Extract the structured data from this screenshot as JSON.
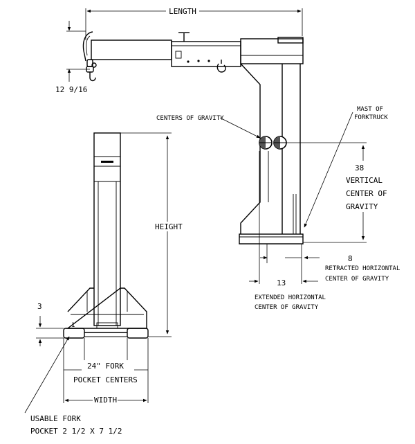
{
  "labels": {
    "length": "LENGTH",
    "height": "HEIGHT",
    "width": "WIDTH",
    "hook_offset": "12 9/16",
    "centers_of_gravity": "CENTERS OF GRAVITY",
    "mast_of_forktruck_line1": "MAST OF",
    "mast_of_forktruck_line2": "FORKTRUCK",
    "vertical_cog_value": "38",
    "vertical_cog_line1": "VERTICAL",
    "vertical_cog_line2": "CENTER OF",
    "vertical_cog_line3": "GRAVITY",
    "retracted_value": "8",
    "retracted_line1": "RETRACTED HORIZONTAL",
    "retracted_line2": "CENTER OF GRAVITY",
    "extended_value": "13",
    "extended_line1": "EXTENDED HORIZONTAL",
    "extended_line2": "CENTER OF GRAVITY",
    "pocket_height_value": "3",
    "pocket_centers_line1": "24\" FORK",
    "pocket_centers_line2": "POCKET CENTERS",
    "usable_pocket_line1": "USABLE FORK",
    "usable_pocket_line2": "POCKET 2 1/2 X 7 1/2",
    "pocket_mark": "1"
  },
  "colors": {
    "line": "#000000",
    "fill_light": "#e6e6e6",
    "fill_mid": "#bdbdbd"
  }
}
